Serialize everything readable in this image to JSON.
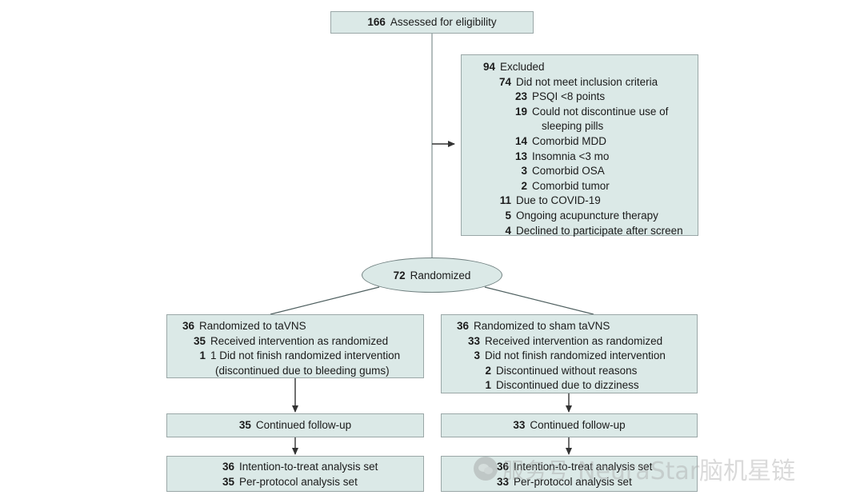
{
  "diagram": {
    "type": "consort-flow-diagram",
    "colors": {
      "box_fill": "#dbe9e7",
      "box_border": "#9aa7a7",
      "text": "#1b1b1b",
      "connector": "#b3bdbd",
      "arrow": "#333333"
    },
    "assessed": {
      "num": "166",
      "text": "Assessed for eligibility"
    },
    "excluded": {
      "lines": [
        {
          "num": "94",
          "text": "Excluded",
          "level": 0
        },
        {
          "num": "74",
          "text": "Did not meet inclusion criteria",
          "level": 1
        },
        {
          "num": "23",
          "text": "PSQI <8 points",
          "level": 2
        },
        {
          "num": "19",
          "text": "Could not discontinue use of",
          "level": 2
        },
        {
          "num": "",
          "text": "sleeping pills",
          "level": 2,
          "continuation": true
        },
        {
          "num": "14",
          "text": "Comorbid MDD",
          "level": 2
        },
        {
          "num": "13",
          "text": "Insomnia <3 mo",
          "level": 2
        },
        {
          "num": "3",
          "text": "Comorbid OSA",
          "level": 2
        },
        {
          "num": "2",
          "text": "Comorbid tumor",
          "level": 2
        },
        {
          "num": "11",
          "text": "Due to COVID-19",
          "level": 1
        },
        {
          "num": "5",
          "text": "Ongoing acupuncture therapy",
          "level": 1
        },
        {
          "num": "4",
          "text": "Declined to participate after screen",
          "level": 1
        }
      ]
    },
    "randomized": {
      "num": "72",
      "text": "Randomized"
    },
    "allocation_left": {
      "lines": [
        {
          "num": "36",
          "text": "Randomized to taVNS",
          "level": 0
        },
        {
          "num": "35",
          "text": "Received intervention as randomized",
          "level": 1
        },
        {
          "num": "1",
          "text": "1 Did not finish randomized intervention",
          "level": 1
        },
        {
          "num": "",
          "text": "(discontinued due to bleeding gums)",
          "level": 1,
          "continuation": true
        }
      ]
    },
    "allocation_right": {
      "lines": [
        {
          "num": "36",
          "text": "Randomized to sham taVNS",
          "level": 0
        },
        {
          "num": "33",
          "text": "Received intervention as randomized",
          "level": 1
        },
        {
          "num": "3",
          "text": "Did not finish randomized intervention",
          "level": 1
        },
        {
          "num": "2",
          "text": "Discontinued without reasons",
          "level": 2
        },
        {
          "num": "1",
          "text": "Discontinued due to dizziness",
          "level": 2
        }
      ]
    },
    "followup_left": {
      "num": "35",
      "text": "Continued follow-up"
    },
    "followup_right": {
      "num": "33",
      "text": "Continued follow-up"
    },
    "analysis_left": {
      "lines": [
        {
          "num": "36",
          "text": "Intention-to-treat analysis set"
        },
        {
          "num": "35",
          "text": "Per-protocol analysis set"
        }
      ]
    },
    "analysis_right": {
      "lines": [
        {
          "num": "36",
          "text": "Intention-to-treat analysis set"
        },
        {
          "num": "33",
          "text": "Per-protocol analysis set"
        }
      ]
    }
  },
  "watermark": {
    "chinese": "服务号",
    "brand": "NeuraStar脑机星链"
  }
}
